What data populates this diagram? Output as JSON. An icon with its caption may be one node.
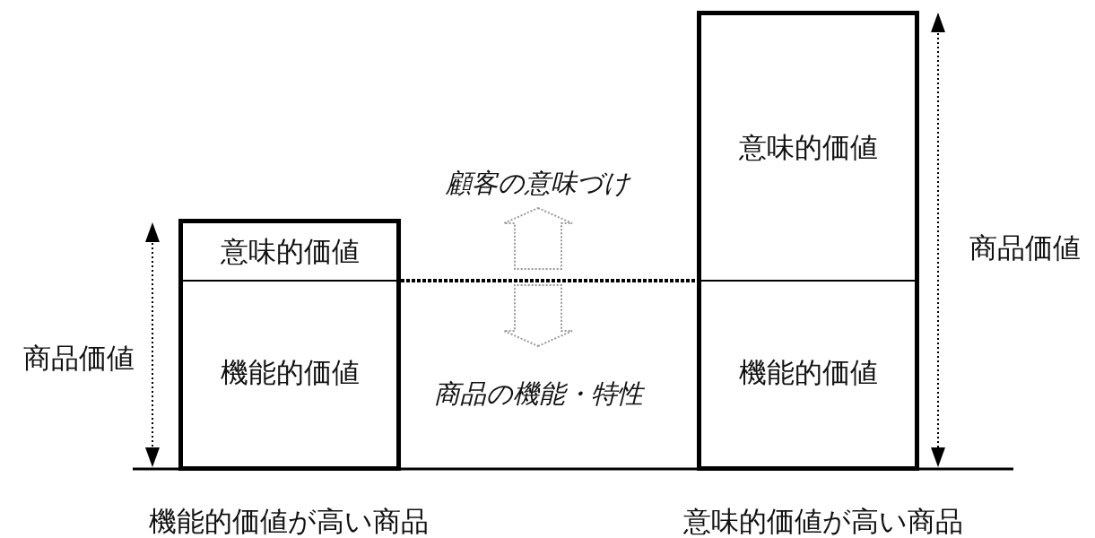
{
  "diagram": {
    "nodes": [
      {
        "text": [
          "意味的価値"
        ]
      },
      {
        "text": [
          "機能的価値"
        ]
      },
      {
        "text": [
          "意味的価値"
        ]
      },
      {
        "text": [
          "機能的価値"
        ]
      }
    ],
    "edges": [
      {
        "from": 0,
        "to": 2,
        "arrow": "none",
        "style": "dashed"
      }
    ],
    "labels": [
      "顧客の意味づけ",
      "商品価値",
      "商品の機能・特性",
      "商品価値",
      "機能的価値が高い商品",
      "意味的価値が高い商品"
    ]
  }
}
